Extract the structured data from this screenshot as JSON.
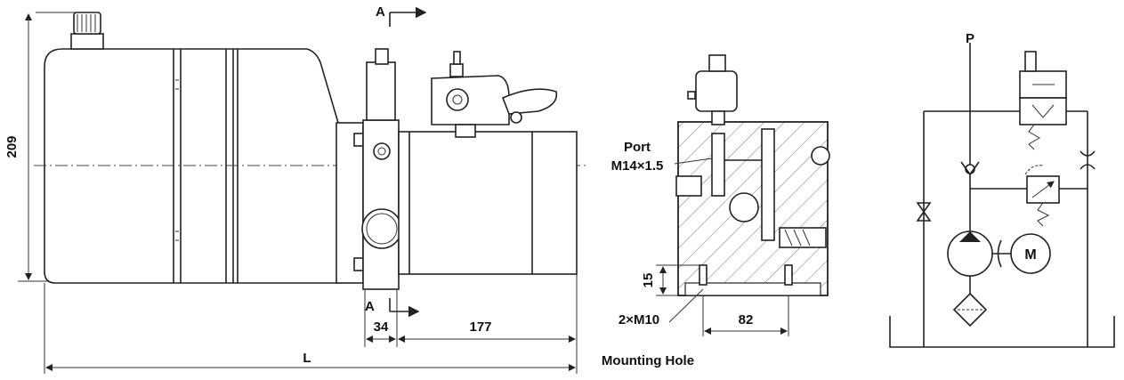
{
  "side_view": {
    "height_dim": "209",
    "length_dim": "L",
    "dim_a": "34",
    "dim_b": "177",
    "section_top": "A",
    "section_bottom": "A"
  },
  "section_view": {
    "port_label_line1": "Port",
    "port_label_line2": "M14×1.5",
    "dim_height": "15",
    "dim_width": "82",
    "hole_label": "2×M10",
    "mounting_label": "Mounting Hole"
  },
  "schematic": {
    "pressure_port": "P",
    "motor_label": "M"
  }
}
